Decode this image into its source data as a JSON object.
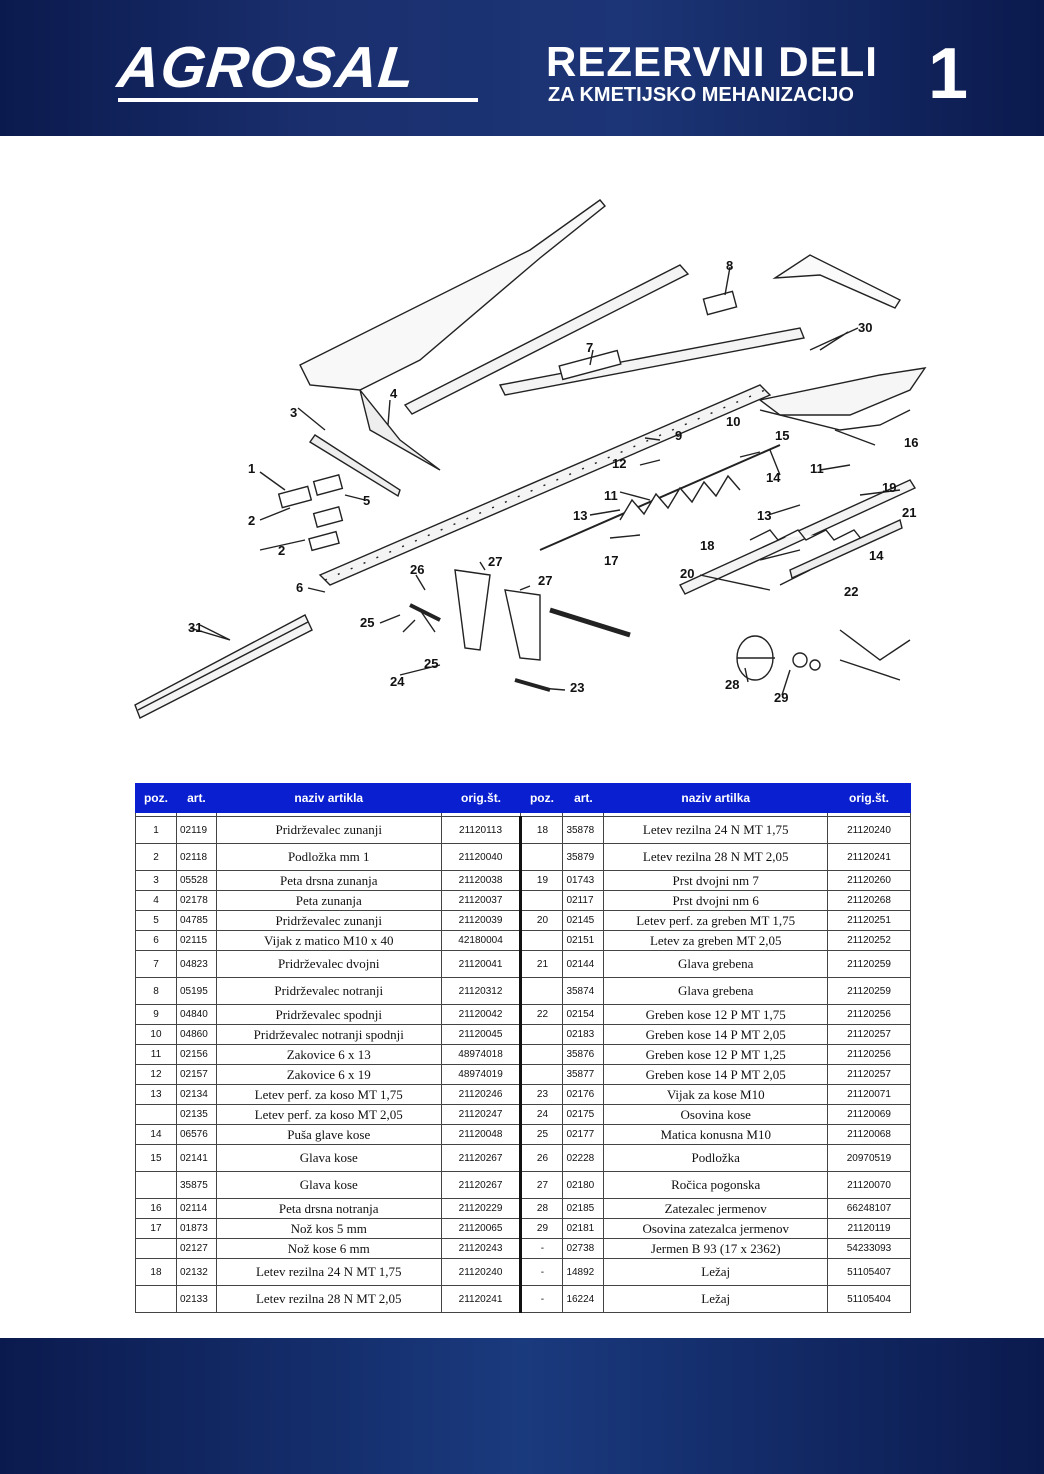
{
  "header": {
    "logo": "AGROSAL",
    "title": "REZERVNI DELI",
    "subtitle": "ZA KMETIJSKO MEHANIZACIJO",
    "page": "1"
  },
  "diagram": {
    "labels": [
      "1",
      "2",
      "2",
      "3",
      "4",
      "5",
      "6",
      "7",
      "8",
      "9",
      "10",
      "11",
      "11",
      "12",
      "13",
      "13",
      "14",
      "14",
      "15",
      "16",
      "17",
      "18",
      "19",
      "20",
      "21",
      "22",
      "23",
      "24",
      "25",
      "25",
      "26",
      "27",
      "27",
      "28",
      "29",
      "30",
      "31"
    ]
  },
  "table": {
    "headers": [
      "poz.",
      "art.",
      "naziv artikla",
      "orig.št.",
      "poz.",
      "art.",
      "naziv artilka",
      "orig.št."
    ],
    "left": [
      {
        "poz": "1",
        "art": "02119",
        "name": "Pridrževalec zunanji",
        "orig": "21120113"
      },
      {
        "poz": "2",
        "art": "02118",
        "name": "Podložka mm 1",
        "orig": "21120040"
      },
      {
        "poz": "3",
        "art": "05528",
        "name": "Peta drsna zunanja",
        "orig": "21120038"
      },
      {
        "poz": "4",
        "art": "02178",
        "name": "Peta zunanja",
        "orig": "21120037"
      },
      {
        "poz": "5",
        "art": "04785",
        "name": "Pridrževalec zunanji",
        "orig": "21120039"
      },
      {
        "poz": "6",
        "art": "02115",
        "name": "Vijak z matico M10 x 40",
        "orig": "42180004"
      },
      {
        "poz": "7",
        "art": "04823",
        "name": "Pridrževalec dvojni",
        "orig": "21120041"
      },
      {
        "poz": "8",
        "art": "05195",
        "name": "Pridrževalec notranji",
        "orig": "21120312"
      },
      {
        "poz": "9",
        "art": "04840",
        "name": "Pridrževalec spodnji",
        "orig": "21120042"
      },
      {
        "poz": "10",
        "art": "04860",
        "name": "Pridrževalec notranji spodnji",
        "orig": "21120045"
      },
      {
        "poz": "11",
        "art": "02156",
        "name": "Zakovice  6 x 13",
        "orig": "48974018"
      },
      {
        "poz": "12",
        "art": "02157",
        "name": "Zakovice 6 x 19",
        "orig": "48974019"
      },
      {
        "poz": "13",
        "art": "02134",
        "name": "Letev perf. za koso MT 1,75",
        "orig": "21120246"
      },
      {
        "poz": "",
        "art": "02135",
        "name": "Letev perf. za koso MT 2,05",
        "orig": "21120247"
      },
      {
        "poz": "14",
        "art": "06576",
        "name": "Puša glave kose",
        "orig": "21120048"
      },
      {
        "poz": "15",
        "art": "02141",
        "name": "Glava kose",
        "orig": "21120267"
      },
      {
        "poz": "",
        "art": "35875",
        "name": "Glava kose",
        "orig": "21120267"
      },
      {
        "poz": "16",
        "art": "02114",
        "name": "Peta drsna notranja",
        "orig": "21120229"
      },
      {
        "poz": "17",
        "art": "01873",
        "name": "Nož kos 5 mm",
        "orig": "21120065"
      },
      {
        "poz": "",
        "art": "02127",
        "name": "Nož kose 6 mm",
        "orig": "21120243"
      },
      {
        "poz": "18",
        "art": "02132",
        "name": "Letev rezilna 24 N MT 1,75",
        "orig": "21120240"
      },
      {
        "poz": "",
        "art": "02133",
        "name": "Letev rezilna 28 N MT 2,05",
        "orig": "21120241"
      }
    ],
    "right": [
      {
        "poz": "18",
        "art": "35878",
        "name": "Letev rezilna 24 N MT 1,75",
        "orig": "21120240"
      },
      {
        "poz": "",
        "art": "35879",
        "name": "Letev rezilna 28 N MT 2,05",
        "orig": "21120241"
      },
      {
        "poz": "19",
        "art": "01743",
        "name": "Prst dvojni nm 7",
        "orig": "21120260"
      },
      {
        "poz": "",
        "art": "02117",
        "name": "Prst dvojni nm 6",
        "orig": "21120268"
      },
      {
        "poz": "20",
        "art": "02145",
        "name": "Letev perf. za greben MT 1,75",
        "orig": "21120251"
      },
      {
        "poz": "",
        "art": "02151",
        "name": "Letev za greben MT 2,05",
        "orig": "21120252"
      },
      {
        "poz": "21",
        "art": "02144",
        "name": "Glava grebena",
        "orig": "21120259"
      },
      {
        "poz": "",
        "art": "35874",
        "name": "Glava grebena",
        "orig": "21120259"
      },
      {
        "poz": "22",
        "art": "02154",
        "name": "Greben kose 12 P MT 1,75",
        "orig": "21120256"
      },
      {
        "poz": "",
        "art": "02183",
        "name": "Greben kose 14 P MT 2,05",
        "orig": "21120257"
      },
      {
        "poz": "",
        "art": "35876",
        "name": "Greben kose 12 P MT 1,25",
        "orig": "21120256"
      },
      {
        "poz": "",
        "art": "35877",
        "name": "Greben kose 14 P MT 2,05",
        "orig": "21120257"
      },
      {
        "poz": "23",
        "art": "02176",
        "name": "Vijak za kose M10",
        "orig": "21120071"
      },
      {
        "poz": "24",
        "art": "02175",
        "name": "Osovina kose",
        "orig": "21120069"
      },
      {
        "poz": "25",
        "art": "02177",
        "name": "Matica konusna M10",
        "orig": "21120068"
      },
      {
        "poz": "26",
        "art": "02228",
        "name": "Podložka",
        "orig": "20970519"
      },
      {
        "poz": "27",
        "art": "02180",
        "name": "Ročica pogonska",
        "orig": "21120070"
      },
      {
        "poz": "28",
        "art": "02185",
        "name": "Zatezalec jermenov",
        "orig": "66248107"
      },
      {
        "poz": "29",
        "art": "02181",
        "name": "Osovina zatezalca jermenov",
        "orig": "21120119"
      },
      {
        "poz": "-",
        "art": "02738",
        "name": "Jermen B 93 (17 x 2362)",
        "orig": "54233093"
      },
      {
        "poz": "-",
        "art": "14892",
        "name": "Ležaj",
        "orig": "51105407"
      },
      {
        "poz": "-",
        "art": "16224",
        "name": "Ležaj",
        "orig": "51105404"
      }
    ]
  }
}
